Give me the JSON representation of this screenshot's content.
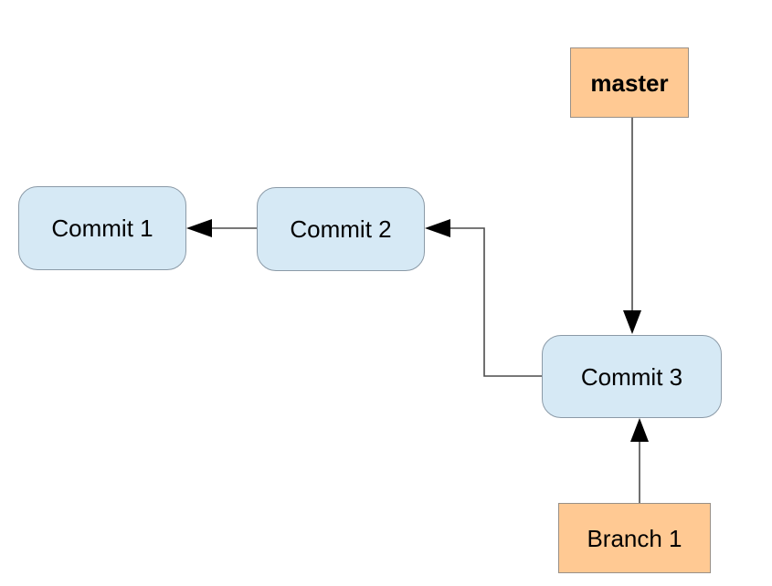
{
  "diagram": {
    "type": "git-branch-diagram",
    "background": "#ffffff",
    "colors": {
      "commit_fill": "#d6e9f5",
      "commit_border": "#8b9aa7",
      "ref_fill": "#ffc993",
      "ref_border": "#999087",
      "line": "#4c4c4c",
      "arrowhead": "#000000",
      "text": "#000000"
    },
    "nodes": [
      {
        "id": "master",
        "label": "master",
        "type": "ref",
        "shape": "rectangle",
        "bold": true
      },
      {
        "id": "commit1",
        "label": "Commit 1",
        "type": "commit",
        "shape": "rounded-rectangle",
        "bold": false
      },
      {
        "id": "commit2",
        "label": "Commit 2",
        "type": "commit",
        "shape": "rounded-rectangle",
        "bold": false
      },
      {
        "id": "commit3",
        "label": "Commit 3",
        "type": "commit",
        "shape": "rounded-rectangle",
        "bold": false
      },
      {
        "id": "branch1",
        "label": "Branch 1",
        "type": "ref",
        "shape": "rectangle",
        "bold": false
      }
    ],
    "edges": [
      {
        "from": "commit2",
        "to": "commit1",
        "style": "straight",
        "arrow": "filled-triangle"
      },
      {
        "from": "commit3",
        "to": "commit2",
        "style": "elbow",
        "arrow": "filled-triangle"
      },
      {
        "from": "master",
        "to": "commit3",
        "style": "straight",
        "arrow": "filled-triangle"
      },
      {
        "from": "branch1",
        "to": "commit3",
        "style": "straight",
        "arrow": "filled-triangle"
      }
    ]
  }
}
